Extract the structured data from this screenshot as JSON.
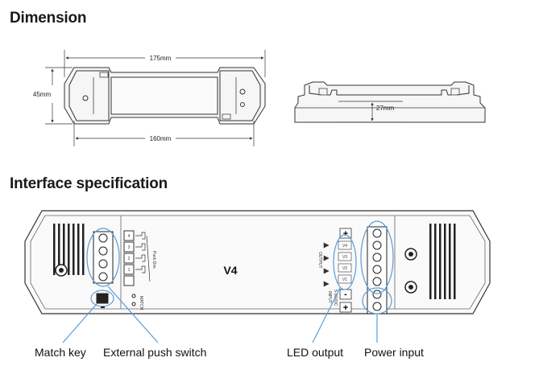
{
  "headings": {
    "dimension": "Dimension",
    "interface": "Interface specification"
  },
  "dimensions": {
    "overall_length": "175mm",
    "body_length": "160mm",
    "width": "45mm",
    "height": "27mm"
  },
  "device": {
    "model": "V4",
    "switch_numbers": [
      "4",
      "3",
      "2",
      "1"
    ],
    "push_label": "Push Dim",
    "match_label": "MATCH",
    "output_label": "OUTPUT",
    "input_label": "INPUT",
    "voltage_label": "5-36VDC",
    "channel_labels": [
      "V4",
      "V3",
      "V2",
      "V1"
    ],
    "plus_sign": "+",
    "minus_sign": "-"
  },
  "callouts": {
    "match_key": "Match key",
    "external_push_switch": "External push switch",
    "led_output": "LED output",
    "power_input": "Power input"
  }
}
